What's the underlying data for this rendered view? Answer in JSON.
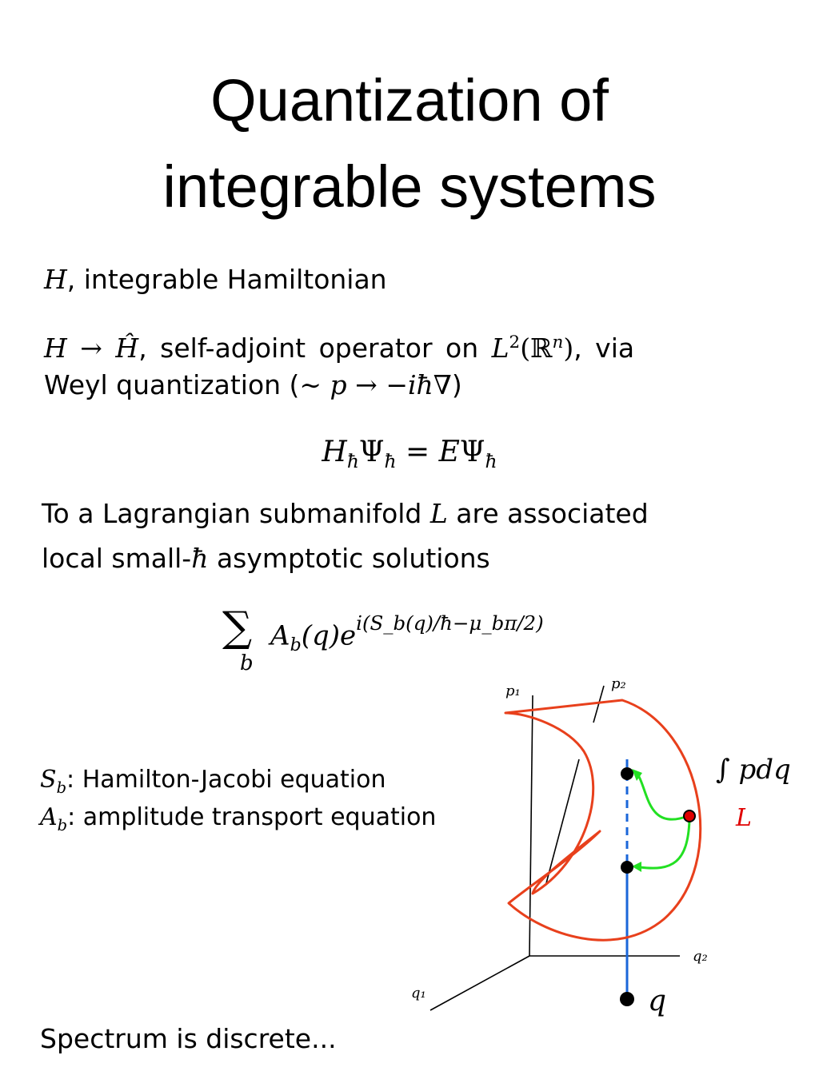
{
  "title": {
    "line1": "Quantization of",
    "line2": "integrable systems"
  },
  "body": {
    "p1_math": "H",
    "p1_text": ", integrable Hamiltonian",
    "p2_math_a": "H",
    "p2_arrow": " → ",
    "p2_math_b": "Ĥ",
    "p2_text_a": ", self-adjoint operator on ",
    "p2_math_c": "L",
    "p2_sup_c": "2",
    "p2_math_d": "(ℝ",
    "p2_sup_d": "n",
    "p2_math_e": ")",
    "p2_text_b": ", via",
    "p3_text": "Weyl quantization (",
    "p3_math": "∼ p → −iħ∇",
    "p3_end": ")",
    "eq1": "HħΨħ = EΨħ",
    "eq1_H": "H",
    "eq1_sub1": "ħ",
    "eq1_Psi": "Ψ",
    "eq1_sub2": "ħ",
    "eq1_mid": " = ",
    "eq1_E": "E",
    "eq1_Psi2": "Ψ",
    "eq1_sub3": "ħ",
    "p4_text_a": "To a Lagrangian submanifold ",
    "p4_math": "L",
    "p4_text_b": " are associated",
    "p5_text_a": "local small-",
    "p5_math": "ħ",
    "p5_text_b": " asymptotic solutions",
    "eq2_sum": "∑",
    "eq2_sum_sub": "b",
    "eq2_A": "A",
    "eq2_A_sub": "b",
    "eq2_arg": "(q)e",
    "eq2_exp": "i(S_b(q)/ħ−μ_bπ/2)",
    "s_label": "S",
    "s_sub": "b",
    "s_text": ": Hamilton-Jacobi equation",
    "a_label": "A",
    "a_sub": "b",
    "a_text": ": amplitude transport equation",
    "footer": "Spectrum is discrete..."
  },
  "diagram": {
    "label_p1": "p₁",
    "label_p2": "p₂",
    "label_q1": "q₁",
    "label_q2": "q₂",
    "label_q": "q",
    "label_L": "L",
    "label_integral": "∫ pdq",
    "colors": {
      "surface": "#e8401c",
      "fiber": "#1a66d9",
      "path": "#22e022",
      "red_point": "#e00000",
      "label_L": "#e00000"
    }
  }
}
